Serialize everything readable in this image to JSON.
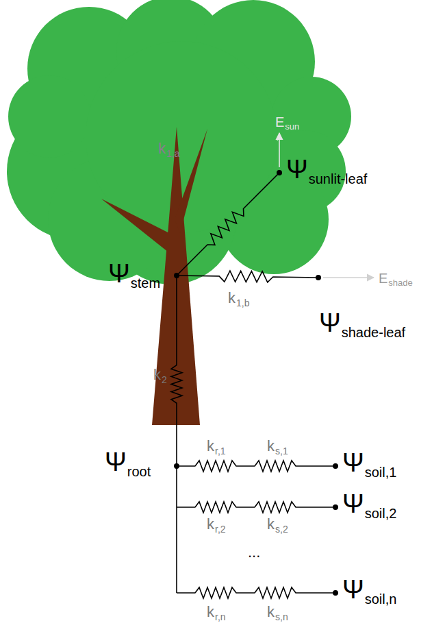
{
  "diagram": {
    "labels": [
      "E",
      "sun",
      "Ψ",
      "sunlit-leaf",
      "k",
      "1,a",
      "Ψ",
      "stem",
      "k",
      "1,b",
      "E",
      "shade",
      "Ψ",
      "shade-leaf",
      "k",
      "2",
      "Ψ",
      "root",
      "k",
      "r,1",
      "k",
      "s,1",
      "Ψ",
      "soil,1",
      "Ψ",
      "soil,2",
      "k",
      "r,2",
      "k",
      "s,2",
      "...",
      "Ψ",
      "soil,n",
      "k",
      "r,n",
      "k",
      "s,n"
    ]
  }
}
